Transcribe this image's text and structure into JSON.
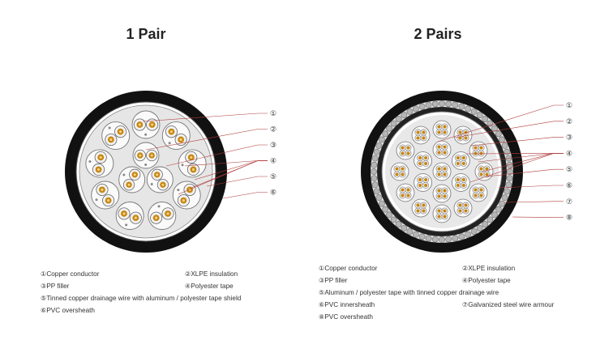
{
  "left": {
    "title": "1 Pair",
    "callouts": [
      "①",
      "②",
      "③",
      "④",
      "⑤",
      "⑥"
    ],
    "legend": {
      "item1": "①Copper conductor",
      "item2": "②XLPE insulation",
      "item3": "③PP filler",
      "item4": "④Polyester tape",
      "item5": "⑤Tinned copper drainage wire with aluminum / polyester tape shield",
      "item6": "⑥PVC oversheath"
    }
  },
  "right": {
    "title": "2 Pairs",
    "callouts": [
      "①",
      "②",
      "③",
      "④",
      "⑤",
      "⑥",
      "⑦",
      "⑧"
    ],
    "legend": {
      "item1": "①Copper conductor",
      "item2": "②XLPE insulation",
      "item3": "③PP filler",
      "item4": "④Polyester tape",
      "item5": "⑤Aluminum / polyester tape with tinned copper drainage wire",
      "item6": "⑥PVC innersheath",
      "item7": "⑦Galvanized steel wire armour",
      "item8": "⑧PVC oversheath"
    }
  },
  "colors": {
    "jacket": "#111111",
    "leader": "#b03a3a",
    "copper": "#c8860f",
    "filler": "#e4e4e4",
    "armour": "#9a9a9a"
  }
}
